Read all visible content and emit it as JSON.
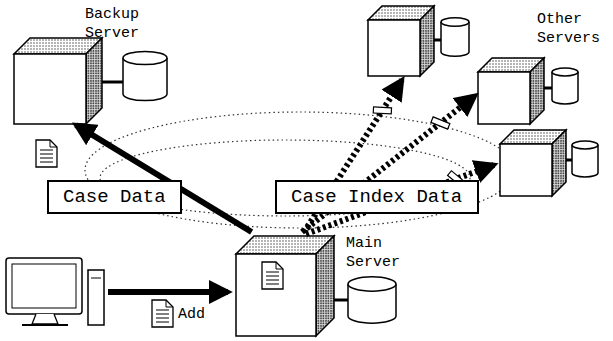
{
  "diagram": {
    "nodes": [
      {
        "text": [
          "Backup Server"
        ]
      },
      {
        "text": [
          "Case Data"
        ]
      },
      {
        "text": [
          "Case Index Data"
        ]
      },
      {
        "text": [
          "Main Server"
        ]
      },
      {
        "text": [
          "Other Servers"
        ]
      }
    ],
    "edges": [
      {
        "from": 3,
        "to": 0,
        "arrow": "to"
      },
      {
        "from": 3,
        "to": 4,
        "arrow": "to"
      }
    ],
    "labels": [
      "Add"
    ]
  }
}
